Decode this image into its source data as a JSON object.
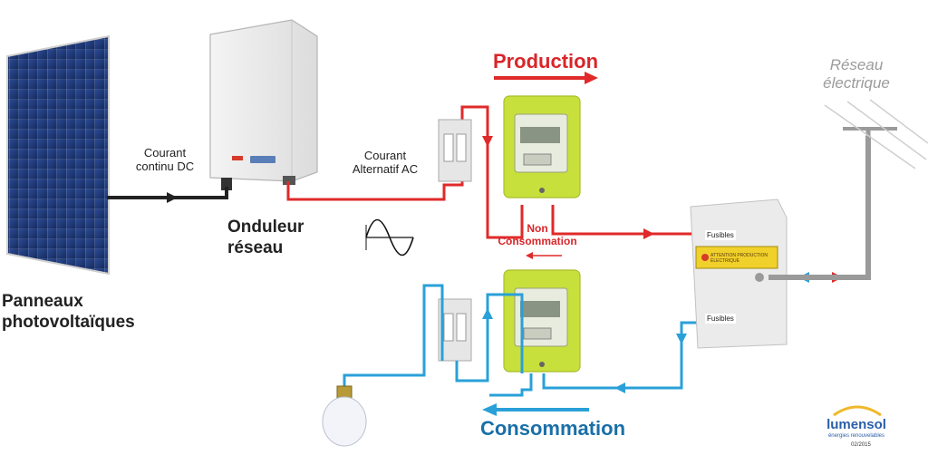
{
  "labels": {
    "panels": "Panneaux photovoltaïques",
    "inverter": "Onduleur réseau",
    "dc": "Courant continu DC",
    "ac": "Courant Alternatif AC",
    "production": "Production",
    "non_consumption": "Non Consommation",
    "consumption": "Consommation",
    "grid": "Réseau électrique",
    "fuse_top": "Fusibles",
    "fuse_bottom": "Fusibles",
    "warning": "ATTENTION PRODUCTION ÉLECTRIQUE"
  },
  "brand": {
    "name": "lumensol",
    "tagline": "énergies renouvelables",
    "date": "02/2015"
  },
  "colors": {
    "production": "#e02a2a",
    "consumption": "#2aa0d8",
    "dc": "#222222",
    "grid": "#9a9a9a",
    "meter": "#c8e03c",
    "panel": "#1f3a7a"
  }
}
